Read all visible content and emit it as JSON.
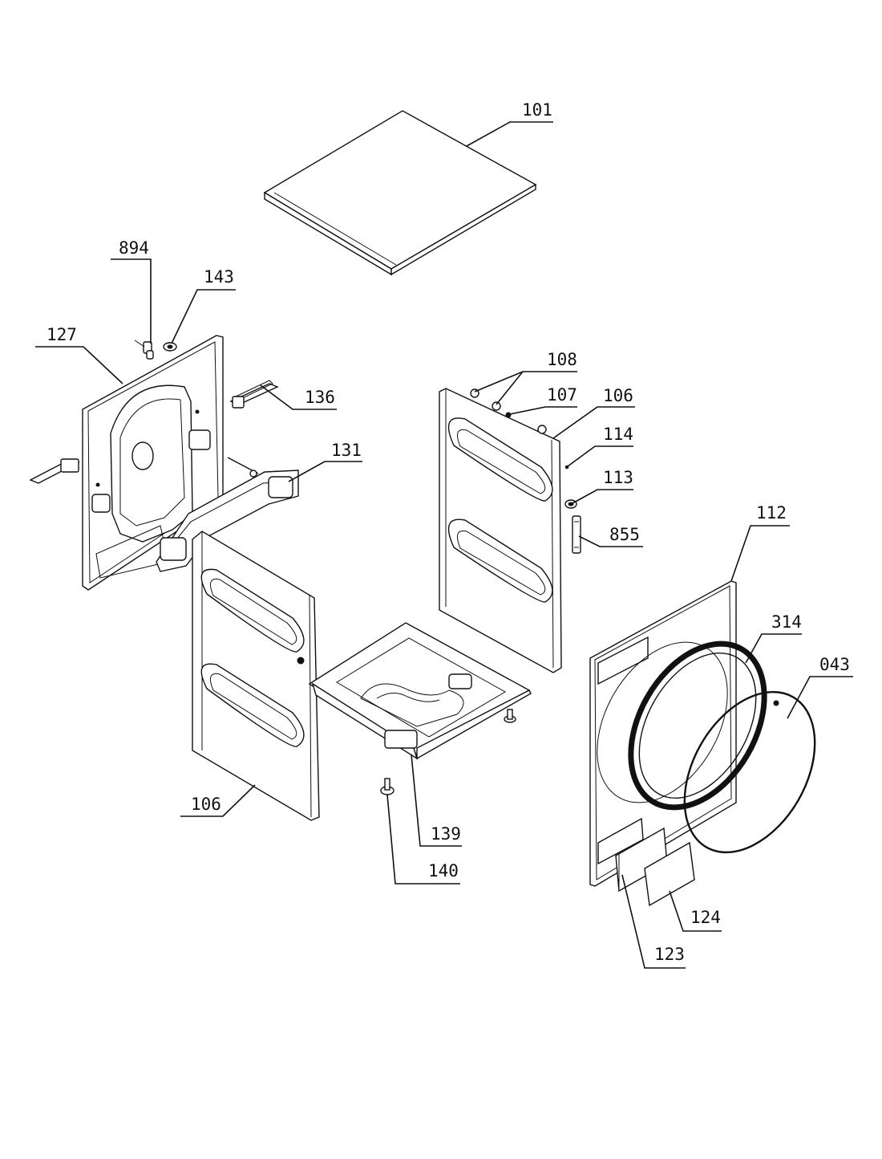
{
  "labels": {
    "p101": "101",
    "p894": "894",
    "p143": "143",
    "p127": "127",
    "p136": "136",
    "p131": "131",
    "p108": "108",
    "p107": "107",
    "p106_right": "106",
    "p114": "114",
    "p113": "113",
    "p855": "855",
    "p112": "112",
    "p314": "314",
    "p043": "043",
    "p106_left": "106",
    "p139": "139",
    "p140": "140",
    "p124": "124",
    "p123": "123"
  }
}
